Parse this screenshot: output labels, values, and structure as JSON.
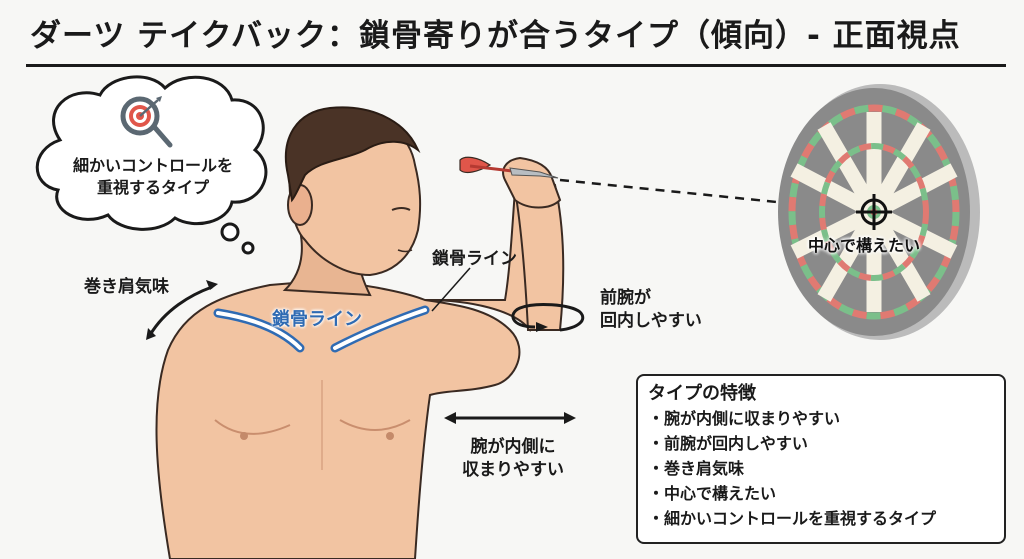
{
  "header": {
    "title": "ダーツ テイクバック：鎖骨寄りが合うタイプ（傾向）- 正面視点"
  },
  "thought_bubble": {
    "icon": "target-magnifier-icon",
    "text_line1": "細かいコントロールを",
    "text_line2": "重視するタイプ"
  },
  "annotations": {
    "rounded_shoulders": "巻き肩気味",
    "clavicle_line_body": "鎖骨ライン",
    "clavicle_line_callout": "鎖骨ライン",
    "forearm_pronation_line1": "前腕が",
    "forearm_pronation_line2": "回内しやすい",
    "arm_inward_line1": "腕が内側に",
    "arm_inward_line2": "収まりやすい",
    "aim_center": "中心で構えたい"
  },
  "features": {
    "title": "タイプの特徴",
    "items": [
      "腕が内側に収まりやすい",
      "前腕が回内しやすい",
      "巻き肩気味",
      "中心で構えたい",
      "細かいコントロールを重視するタイプ"
    ]
  },
  "colors": {
    "skin": "#f2c4a2",
    "skin_shadow": "#e3a988",
    "hair": "#4a3326",
    "clavicle_blue": "#2f6bb3",
    "board_gray": "#8a8a8a",
    "board_red": "#e07a72",
    "board_green": "#7bbf8a",
    "board_cream": "#f4f0e2",
    "dart_red": "#e0564a"
  }
}
